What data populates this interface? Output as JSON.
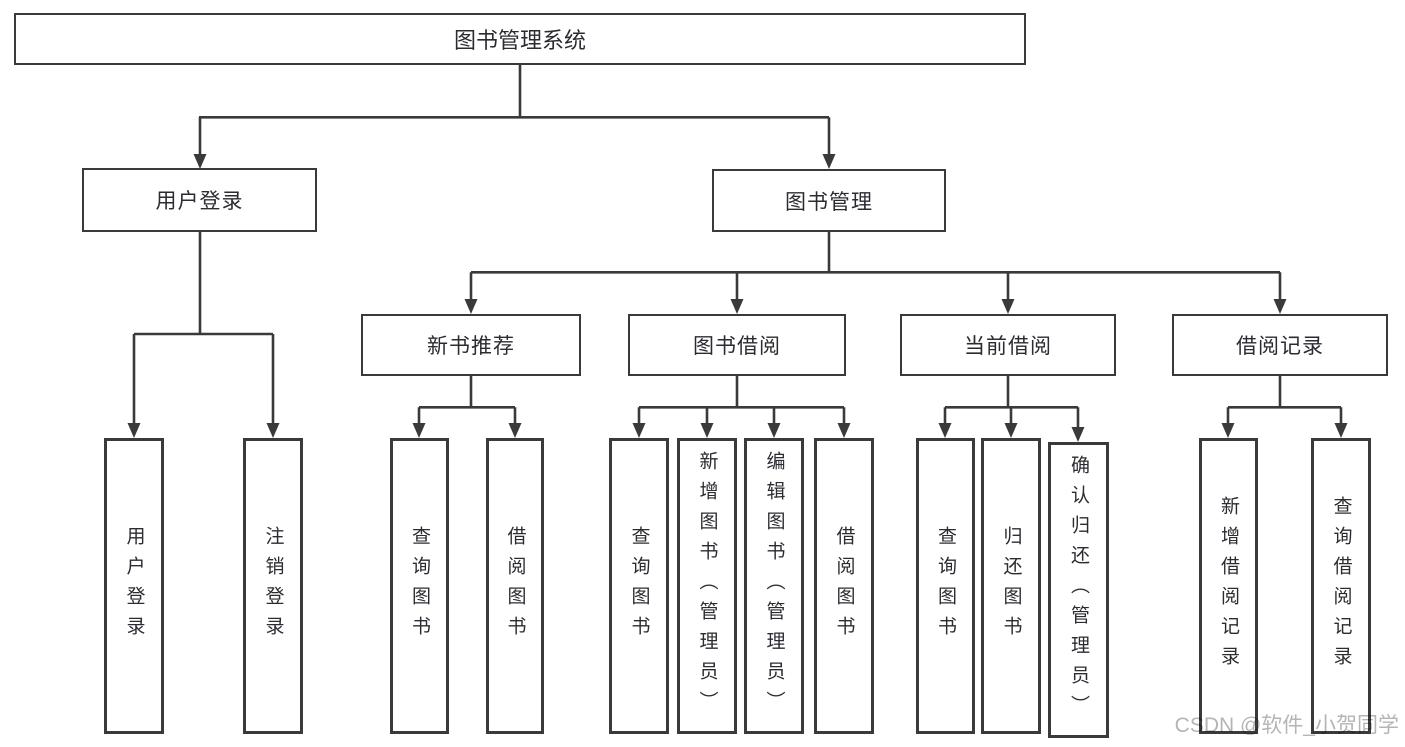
{
  "nodes": {
    "root": "图书管理系统",
    "user": {
      "label": "用户登录",
      "children": [
        "用户登录",
        "注销登录"
      ]
    },
    "book": {
      "label": "图书管理",
      "sections": [
        {
          "label": "新书推荐",
          "children": [
            "查询图书",
            "借阅图书"
          ]
        },
        {
          "label": "图书借阅",
          "children": [
            "查询图书",
            "新增图书（管理员）",
            "编辑图书（管理员）",
            "借阅图书"
          ]
        },
        {
          "label": "当前借阅",
          "children": [
            "查询图书",
            "归还图书",
            "确认归还（管理员）"
          ]
        },
        {
          "label": "借阅记录",
          "children": [
            "新增借阅记录",
            "查询借阅记录"
          ]
        }
      ]
    }
  },
  "watermark": "CSDN @软件_小贺同学",
  "colors": {
    "line": "#3a3a3a",
    "box_border": "#3a3a3a",
    "box_fill": "#ffffff",
    "text": "#2b2c31",
    "watermark_text": "#b5b5b5",
    "background": "#ffffff"
  }
}
